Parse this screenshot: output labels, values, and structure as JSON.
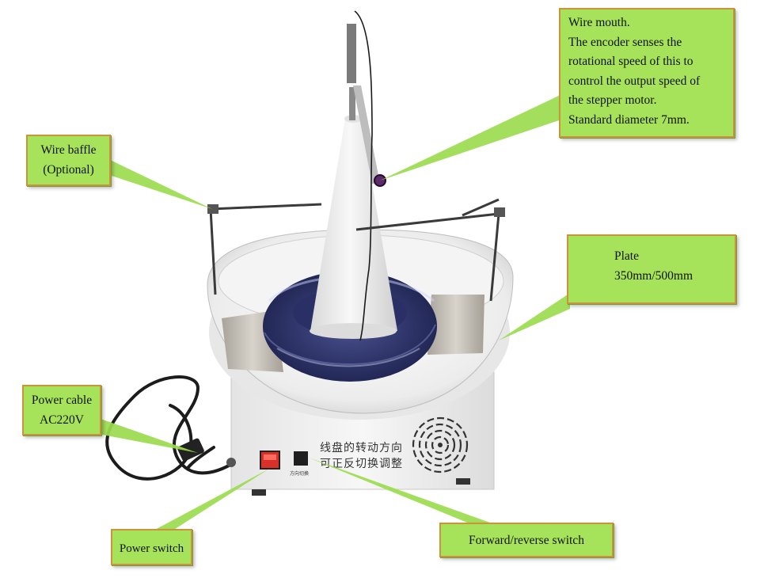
{
  "callouts": {
    "wire_mouth": {
      "lines": [
        "Wire mouth.",
        "The encoder senses the",
        "rotational speed of this to",
        "control the output speed of",
        "the stepper motor.",
        "Standard diameter 7mm."
      ]
    },
    "wire_baffle": {
      "lines": [
        "Wire baffle",
        "(Optional)"
      ]
    },
    "plate": {
      "lines": [
        "Plate",
        "350mm/500mm"
      ]
    },
    "power_cable": {
      "lines": [
        "Power cable",
        "AC220V"
      ]
    },
    "power_switch": {
      "label": "Power switch"
    },
    "forward_reverse_switch": {
      "label": "Forward/reverse switch"
    }
  },
  "device": {
    "panel_text_line1": "线盘的转动方向",
    "panel_text_line2": "可正反切换调整",
    "small_switch_label": "方向切换"
  },
  "colors": {
    "callout_fill": "#a6e35a",
    "callout_border": "#c9943a",
    "pointer_fill": "#9bdc4e",
    "base_white": "#f2f2f2",
    "wire_coil": "#2e3570",
    "power_switch_red": "#d9302a"
  }
}
